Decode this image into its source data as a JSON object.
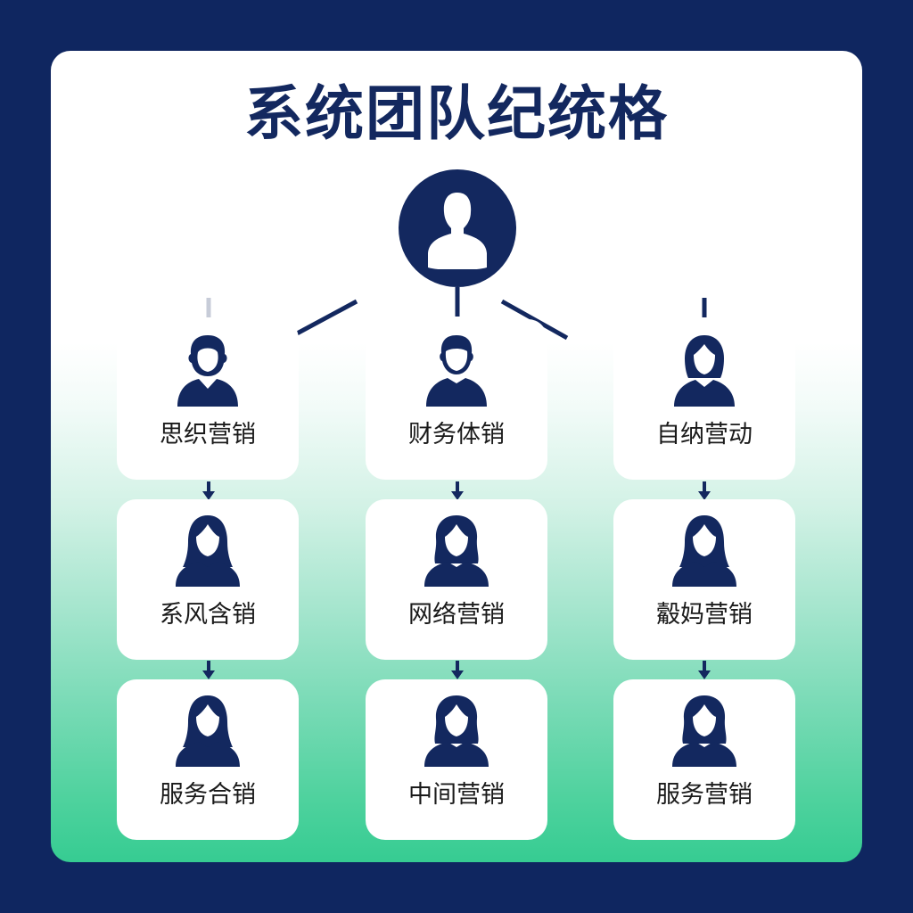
{
  "title": "系统团队纪统格",
  "colors": {
    "background": "#0f2660",
    "accent_navy": "#13285f",
    "panel_top": "#ffffff",
    "panel_bottom": "#36cc92",
    "card": "#ffffff"
  },
  "root": {
    "icon": "user-icon"
  },
  "columns": [
    {
      "cards": [
        {
          "label": "思织营销",
          "icon": "male-headset-avatar-icon"
        },
        {
          "label": "系风含销",
          "icon": "female-long-hair-avatar-icon"
        },
        {
          "label": "服务合销",
          "icon": "female-long-hair-avatar-icon"
        }
      ]
    },
    {
      "cards": [
        {
          "label": "财务体销",
          "icon": "male-avatar-icon"
        },
        {
          "label": "网络营销",
          "icon": "female-wavy-hair-avatar-icon"
        },
        {
          "label": "中间营销",
          "icon": "female-wavy-hair-avatar-icon"
        }
      ]
    },
    {
      "cards": [
        {
          "label": "自纳营动",
          "icon": "female-bob-avatar-icon"
        },
        {
          "label": "觳妈营销",
          "icon": "female-long-hair-avatar-icon"
        },
        {
          "label": "服务营销",
          "icon": "female-wavy-hair-avatar-icon"
        }
      ]
    }
  ]
}
